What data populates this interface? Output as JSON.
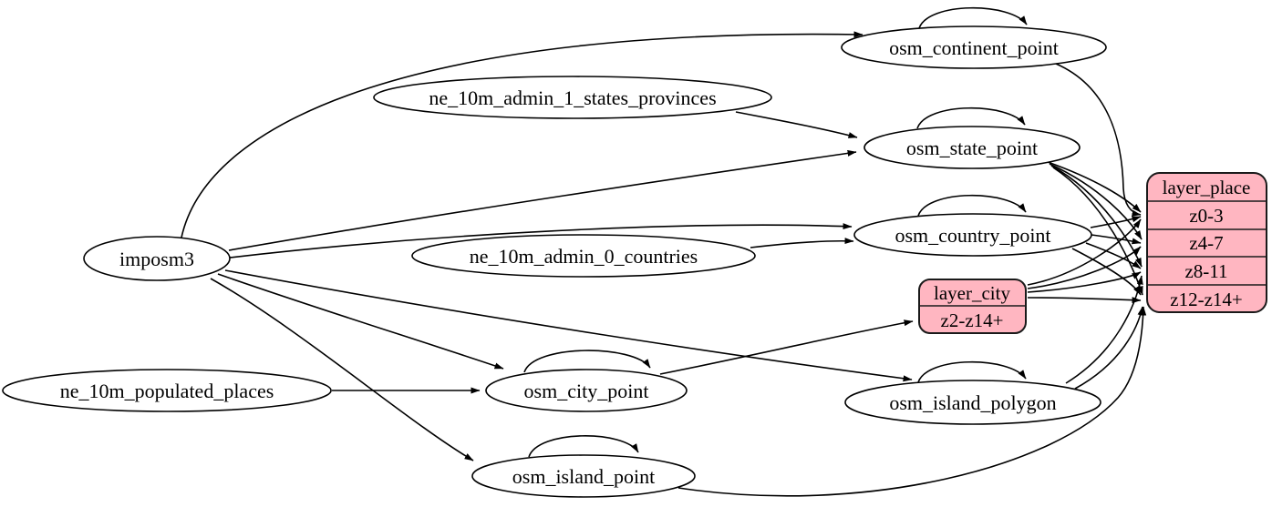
{
  "diagram": {
    "type": "etl-graph",
    "background_color": "#ffffff",
    "edge_color": "#000000",
    "node_fill_color": "#ffffff",
    "record_fill_color": "#ffb6c1",
    "nodes": {
      "imposm3": {
        "label": "imposm3",
        "shape": "ellipse"
      },
      "ne_10m_admin_1_states_provinces": {
        "label": "ne_10m_admin_1_states_provinces",
        "shape": "ellipse"
      },
      "ne_10m_admin_0_countries": {
        "label": "ne_10m_admin_0_countries",
        "shape": "ellipse"
      },
      "ne_10m_populated_places": {
        "label": "ne_10m_populated_places",
        "shape": "ellipse"
      },
      "osm_continent_point": {
        "label": "osm_continent_point",
        "shape": "ellipse",
        "self_loop": true
      },
      "osm_state_point": {
        "label": "osm_state_point",
        "shape": "ellipse",
        "self_loop": true
      },
      "osm_country_point": {
        "label": "osm_country_point",
        "shape": "ellipse",
        "self_loop": true
      },
      "osm_city_point": {
        "label": "osm_city_point",
        "shape": "ellipse",
        "self_loop": true
      },
      "osm_island_polygon": {
        "label": "osm_island_polygon",
        "shape": "ellipse",
        "self_loop": true
      },
      "osm_island_point": {
        "label": "osm_island_point",
        "shape": "ellipse",
        "self_loop": true
      },
      "layer_place": {
        "title": "layer_place",
        "shape": "record",
        "rows": [
          "z0-3",
          "z4-7",
          "z8-11",
          "z12-z14+"
        ]
      },
      "layer_city": {
        "title": "layer_city",
        "shape": "record",
        "rows": [
          "z2-z14+"
        ]
      }
    },
    "edges": [
      {
        "from": "imposm3",
        "to": "osm_continent_point"
      },
      {
        "from": "imposm3",
        "to": "osm_state_point"
      },
      {
        "from": "imposm3",
        "to": "osm_country_point"
      },
      {
        "from": "imposm3",
        "to": "osm_city_point"
      },
      {
        "from": "imposm3",
        "to": "osm_island_polygon"
      },
      {
        "from": "imposm3",
        "to": "osm_island_point"
      },
      {
        "from": "ne_10m_admin_1_states_provinces",
        "to": "osm_state_point"
      },
      {
        "from": "ne_10m_admin_0_countries",
        "to": "osm_country_point"
      },
      {
        "from": "ne_10m_populated_places",
        "to": "osm_city_point"
      },
      {
        "from": "osm_continent_point",
        "to": "osm_continent_point"
      },
      {
        "from": "osm_state_point",
        "to": "osm_state_point"
      },
      {
        "from": "osm_country_point",
        "to": "osm_country_point"
      },
      {
        "from": "osm_city_point",
        "to": "osm_city_point"
      },
      {
        "from": "osm_island_polygon",
        "to": "osm_island_polygon"
      },
      {
        "from": "osm_island_point",
        "to": "osm_island_point"
      },
      {
        "from": "osm_continent_point",
        "to": "layer_place.z0-3"
      },
      {
        "from": "osm_state_point",
        "to": "layer_place.z0-3"
      },
      {
        "from": "osm_state_point",
        "to": "layer_place.z4-7"
      },
      {
        "from": "osm_state_point",
        "to": "layer_place.z8-11"
      },
      {
        "from": "osm_state_point",
        "to": "layer_place.z12-z14+"
      },
      {
        "from": "osm_country_point",
        "to": "layer_place.z0-3"
      },
      {
        "from": "osm_country_point",
        "to": "layer_place.z4-7"
      },
      {
        "from": "osm_country_point",
        "to": "layer_place.z8-11"
      },
      {
        "from": "osm_country_point",
        "to": "layer_place.z12-z14+"
      },
      {
        "from": "osm_city_point",
        "to": "layer_city.z2-z14+"
      },
      {
        "from": "layer_city",
        "to": "layer_place.z0-3"
      },
      {
        "from": "layer_city",
        "to": "layer_place.z4-7"
      },
      {
        "from": "layer_city",
        "to": "layer_place.z8-11"
      },
      {
        "from": "layer_city",
        "to": "layer_place.z12-z14+"
      },
      {
        "from": "osm_island_polygon",
        "to": "layer_place.z8-11"
      },
      {
        "from": "osm_island_polygon",
        "to": "layer_place.z12-z14+"
      },
      {
        "from": "osm_island_point",
        "to": "layer_place.z12-z14+"
      }
    ]
  }
}
